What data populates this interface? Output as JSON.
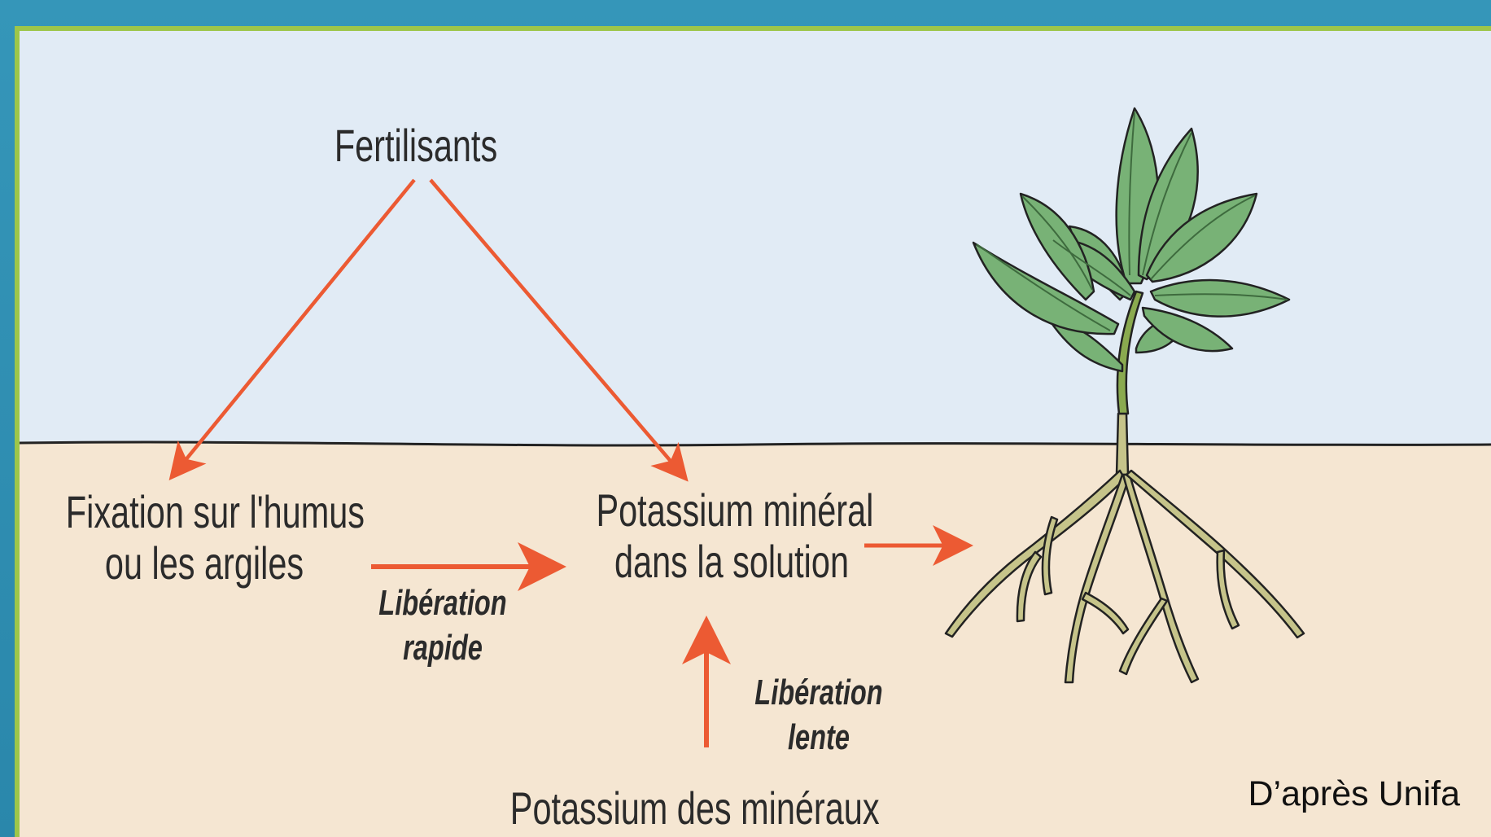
{
  "diagram": {
    "title": "Fertilisants",
    "fixation_line1": "Fixation sur l'humus",
    "fixation_line2": "ou les argiles",
    "mineral_line1": "Potassium minéral",
    "mineral_line2": "dans la solution",
    "release_fast_line1": "Libération",
    "release_fast_line2": "rapide",
    "release_slow_line1": "Libération",
    "release_slow_line2": "lente",
    "minerals": "Potassium des minéraux",
    "credit": "D’après Unifa"
  },
  "colors": {
    "sky": "#e1ebf5",
    "soil": "#f5e6d2",
    "arrow": "#ec5a33",
    "border": "#9dc64a",
    "leaf": "#78b276",
    "stem": "#8aaa4f",
    "root": "#c6c48a"
  }
}
